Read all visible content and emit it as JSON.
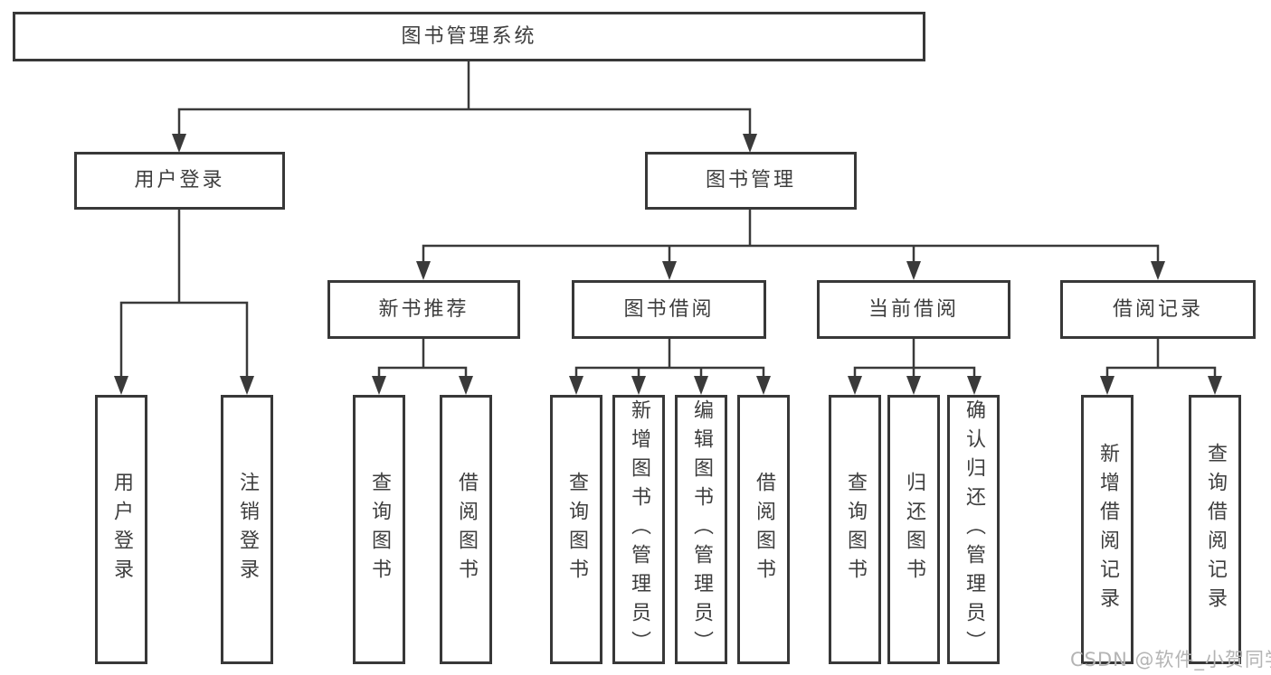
{
  "diagram": {
    "root": {
      "label": "图书管理系统"
    },
    "branches": [
      {
        "label": "用户登录",
        "children": [
          {
            "label": "用户登录"
          },
          {
            "label": "注销登录"
          }
        ]
      },
      {
        "label": "图书管理",
        "children": [
          {
            "label": "新书推荐",
            "children": [
              {
                "label": "查询图书"
              },
              {
                "label": "借阅图书"
              }
            ]
          },
          {
            "label": "图书借阅",
            "children": [
              {
                "label": "查询图书"
              },
              {
                "label": "新增图书（管理员）"
              },
              {
                "label": "编辑图书（管理员）"
              },
              {
                "label": "借阅图书"
              }
            ]
          },
          {
            "label": "当前借阅",
            "children": [
              {
                "label": "查询图书"
              },
              {
                "label": "归还图书"
              },
              {
                "label": "确认归还（管理员）"
              }
            ]
          },
          {
            "label": "借阅记录",
            "children": [
              {
                "label": "新增借阅记录"
              },
              {
                "label": "查询借阅记录"
              }
            ]
          }
        ]
      }
    ]
  },
  "watermark": {
    "text": "CSDN @软件_小贺同学"
  },
  "colors": {
    "line": "#3a3a3a",
    "box_border": "#383838",
    "text": "#3e3e3e",
    "watermark": "#b4b4b4",
    "background": "#ffffff"
  }
}
